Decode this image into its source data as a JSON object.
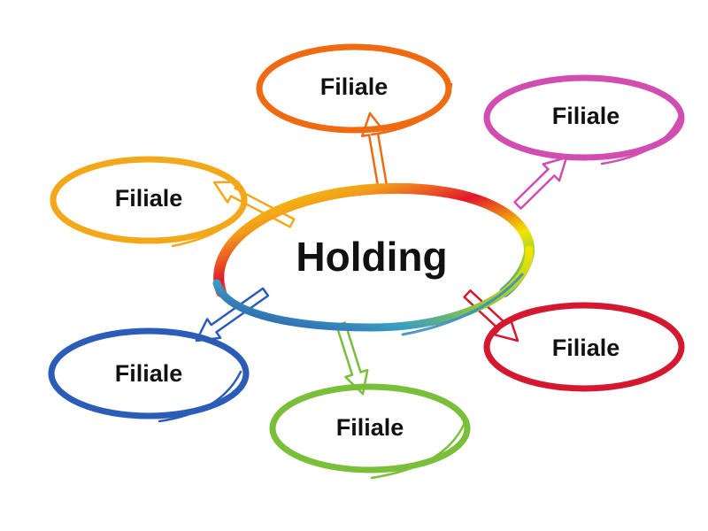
{
  "diagram": {
    "center": {
      "label": "Holding",
      "colors": [
        "#e3172c",
        "#f39b1a",
        "#f2e500",
        "#8cc63f",
        "#3a9ec2",
        "#2a4fa8"
      ]
    },
    "nodes": [
      {
        "id": "top",
        "label": "Filiale",
        "color": "#f06a12"
      },
      {
        "id": "top-right",
        "label": "Filiale",
        "color": "#d14db0"
      },
      {
        "id": "left",
        "label": "Filiale",
        "color": "#f2a81a"
      },
      {
        "id": "right",
        "label": "Filiale",
        "color": "#d4182f"
      },
      {
        "id": "bottom-left",
        "label": "Filiale",
        "color": "#2a5cb8"
      },
      {
        "id": "bottom",
        "label": "Filiale",
        "color": "#7abf3a"
      }
    ]
  }
}
